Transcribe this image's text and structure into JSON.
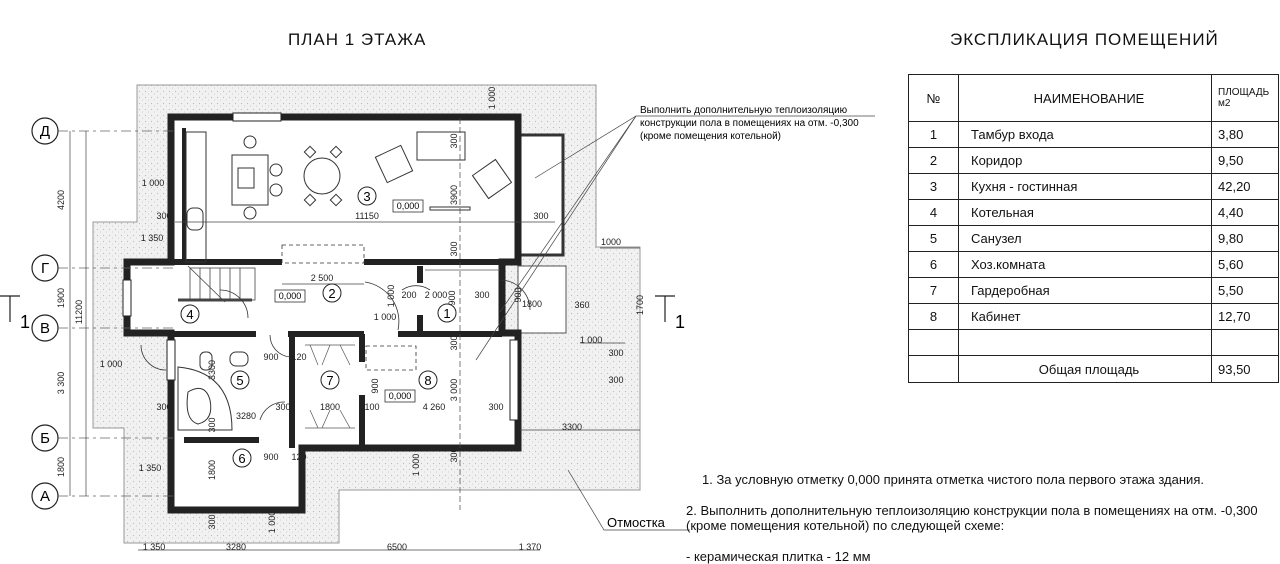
{
  "titles": {
    "plan": "ПЛАН  1  ЭТАЖА",
    "explication": "ЭКСПЛИКАЦИЯ  ПОМЕЩЕНИЙ"
  },
  "axes": [
    "Д",
    "Г",
    "В",
    "Б",
    "А"
  ],
  "section_mark": "1",
  "rooms": [
    "1",
    "2",
    "3",
    "4",
    "5",
    "6",
    "7",
    "8"
  ],
  "elevation": "0,000",
  "callout": [
    "Выполнить дополнительную теплоизоляцию",
    "конструкции пола в помещениях на отм. -0,300",
    "(кроме помещения котельной)"
  ],
  "otmostka_label": "Отмостка",
  "dimensions": [
    "1 000",
    "1 000",
    "300",
    "11150",
    "300",
    "3900",
    "300",
    "300",
    "1 350",
    "4200",
    "11200",
    "1900",
    "3 300",
    "1800",
    "2 500",
    "1 000",
    "200",
    "2 000",
    "900",
    "300",
    "1 000",
    "1800",
    "360",
    "1000",
    "1700",
    "1 000",
    "300",
    "900",
    "120",
    "300",
    "900",
    "1800",
    "100",
    "4 260",
    "300",
    "300",
    "3280",
    "300",
    "3300",
    "900",
    "120",
    "1800",
    "300",
    "1 000",
    "1 350",
    "1 000",
    "1 350",
    "3280",
    "6500",
    "1 370",
    "300",
    "1 000",
    "3 000",
    "3300",
    "300",
    "900",
    "300"
  ],
  "table": {
    "headers": [
      "№",
      "НАИМЕНОВАНИЕ",
      "ПЛОЩАДЬ",
      "м2"
    ],
    "rows": [
      {
        "no": "1",
        "name": "Тамбур входа",
        "area": "3,80"
      },
      {
        "no": "2",
        "name": "Коридор",
        "area": "9,50"
      },
      {
        "no": "3",
        "name": "Кухня - гостинная",
        "area": "42,20"
      },
      {
        "no": "4",
        "name": "Котельная",
        "area": "4,40"
      },
      {
        "no": "5",
        "name": "Санузел",
        "area": "9,80"
      },
      {
        "no": "6",
        "name": "Хоз.комната",
        "area": "5,60"
      },
      {
        "no": "7",
        "name": "Гардеробная",
        "area": "5,50"
      },
      {
        "no": "8",
        "name": "Кабинет",
        "area": "12,70"
      }
    ],
    "total_label": "Общая площадь",
    "total_area": "93,50"
  },
  "notes": [
    "1. За условную отметку 0,000 принята отметка чистого пола первого этажа здания.",
    "2. Выполнить дополнительную теплоизоляцию конструкции пола в помещениях на отм. -0,300",
    "(кроме помещения котельной) по следующей схеме:",
    "- керамическая плитка - 12 мм"
  ]
}
